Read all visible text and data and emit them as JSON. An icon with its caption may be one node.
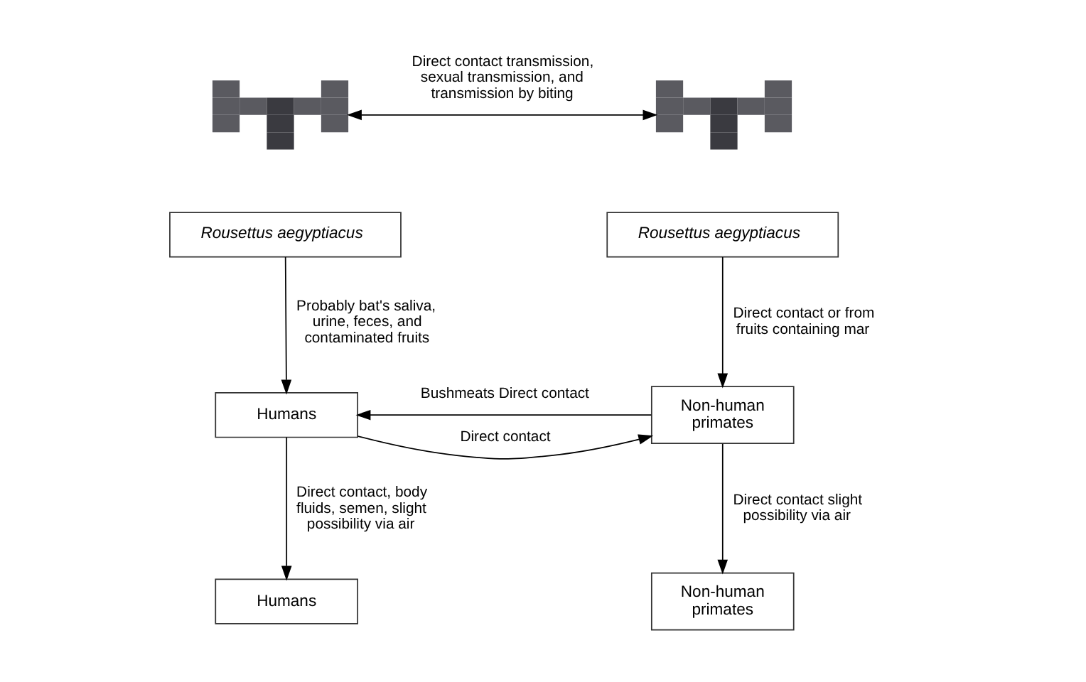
{
  "diagram": {
    "nodes": [
      {
        "text": [],
        "shape": "picture"
      },
      {
        "text": [],
        "shape": "picture"
      },
      {
        "text": [
          "Rousettus aegyptiacus"
        ]
      },
      {
        "text": [
          "Rousettus aegyptiacus"
        ]
      },
      {
        "text": [
          "Humans"
        ]
      },
      {
        "text": [
          "Non-human primates"
        ]
      },
      {
        "text": [
          "Humans"
        ]
      },
      {
        "text": [
          "Non-human primates"
        ]
      }
    ],
    "edges": [
      {
        "from": 0,
        "to": 1,
        "arrow": "both",
        "label": "Direct contact transmission, sexual transmission, and transmission by biting"
      },
      {
        "from": 2,
        "to": 4,
        "arrow": "to",
        "label": "Probably bat's saliva, urine, feces, and contaminated fruits"
      },
      {
        "from": 3,
        "to": 5,
        "arrow": "to",
        "label": "Direct contact or from fruits containing mar"
      },
      {
        "from": 4,
        "to": 5,
        "arrow": "to",
        "label": "Direct contact"
      },
      {
        "from": 5,
        "to": 4,
        "arrow": "to",
        "label": "Bushmeats Direct contact"
      },
      {
        "from": 4,
        "to": 6,
        "arrow": "to",
        "label": "Direct contact, body fluids, semen, slight possibility via air"
      },
      {
        "from": 5,
        "to": 7,
        "arrow": "to",
        "label": "Direct contact slight possibility via air"
      }
    ]
  }
}
